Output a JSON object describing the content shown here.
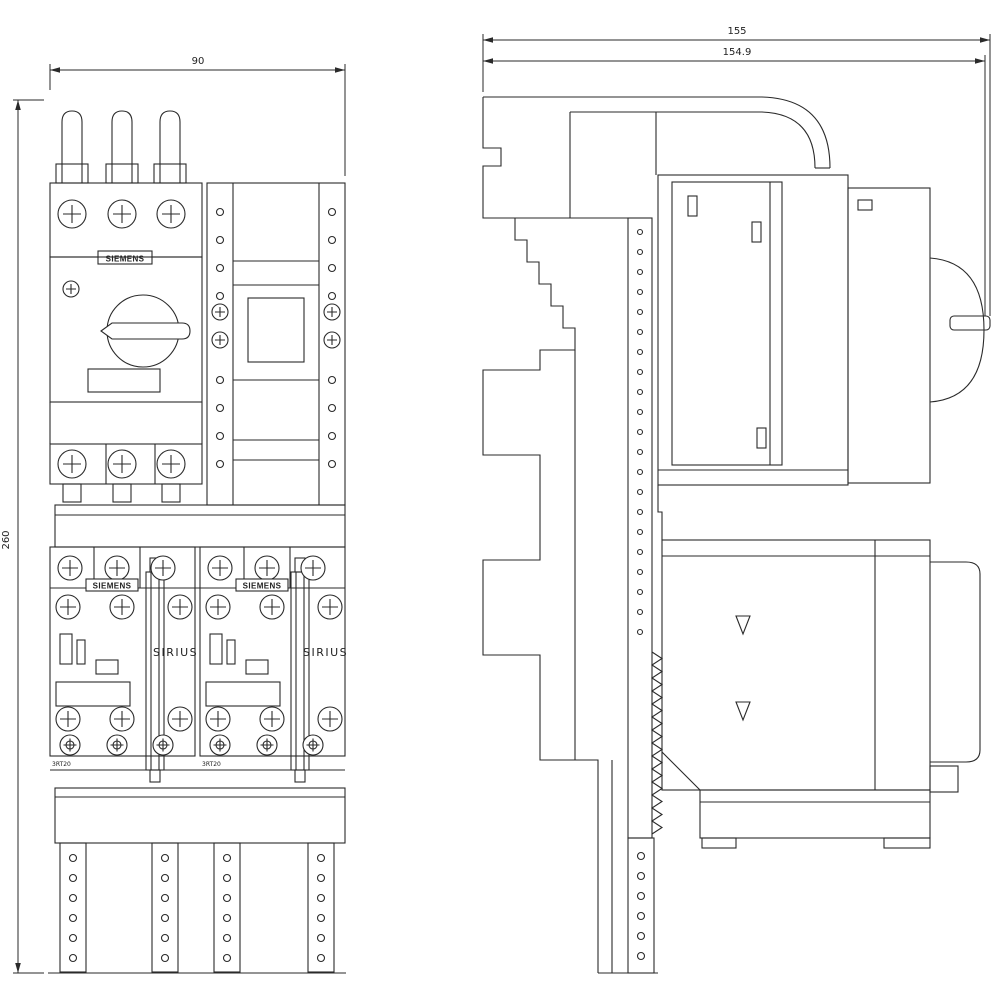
{
  "dimensions": {
    "width": "90",
    "height": "260",
    "depth_a": "155",
    "depth_b": "154.9"
  },
  "labels": {
    "brand": "SIEMENS",
    "series": "SIRIUS",
    "model": "3RT20"
  },
  "colors": {
    "line": "#2a2a2a",
    "background": "#ffffff"
  }
}
